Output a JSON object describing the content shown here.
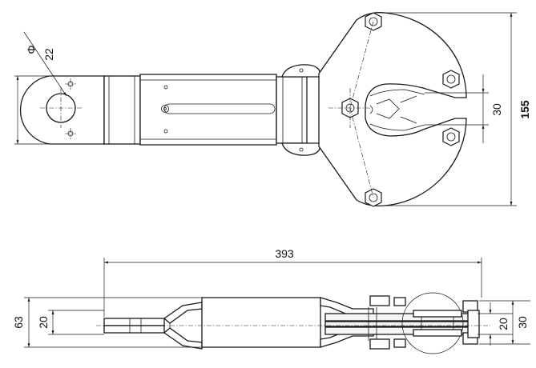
{
  "dimensions": {
    "phi_symbol": "Φ",
    "phi_value": "22",
    "jaw_opening": "30",
    "overall_height": "155",
    "overall_length": "393",
    "side_height": "63",
    "grip_width": "20",
    "head_inner_width": "20",
    "head_outer_width": "30"
  }
}
